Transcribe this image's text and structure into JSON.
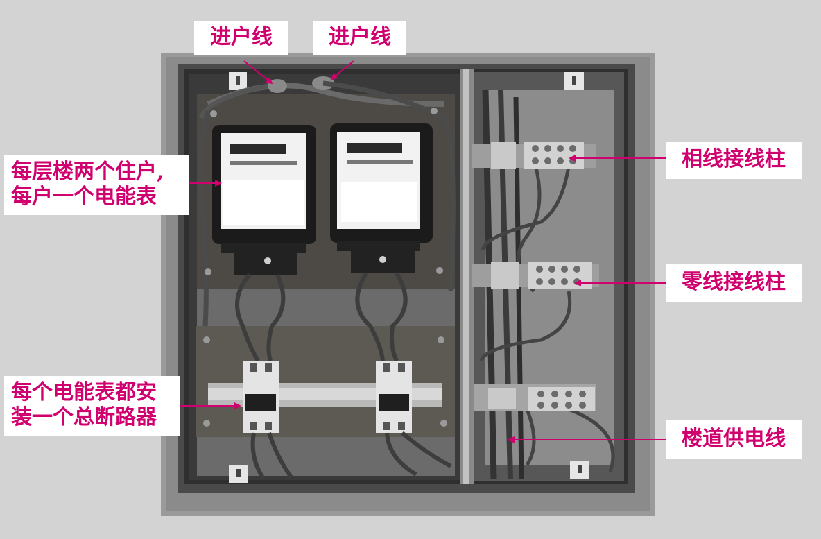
{
  "annotations": {
    "incoming_line_left": "进户线",
    "incoming_line_right": "进户线",
    "meters": [
      "每层楼两个住户,",
      "每户一个电能表"
    ],
    "breaker": [
      "每个电能表都安",
      "装一个总断路器"
    ],
    "phase_terminal": "相线接线柱",
    "neutral_terminal": "零线接线柱",
    "supply_line": "楼道供电线"
  },
  "colors": {
    "label_text": "#d0006f",
    "label_background": "#ffffff",
    "arrow": "#d0006f"
  }
}
